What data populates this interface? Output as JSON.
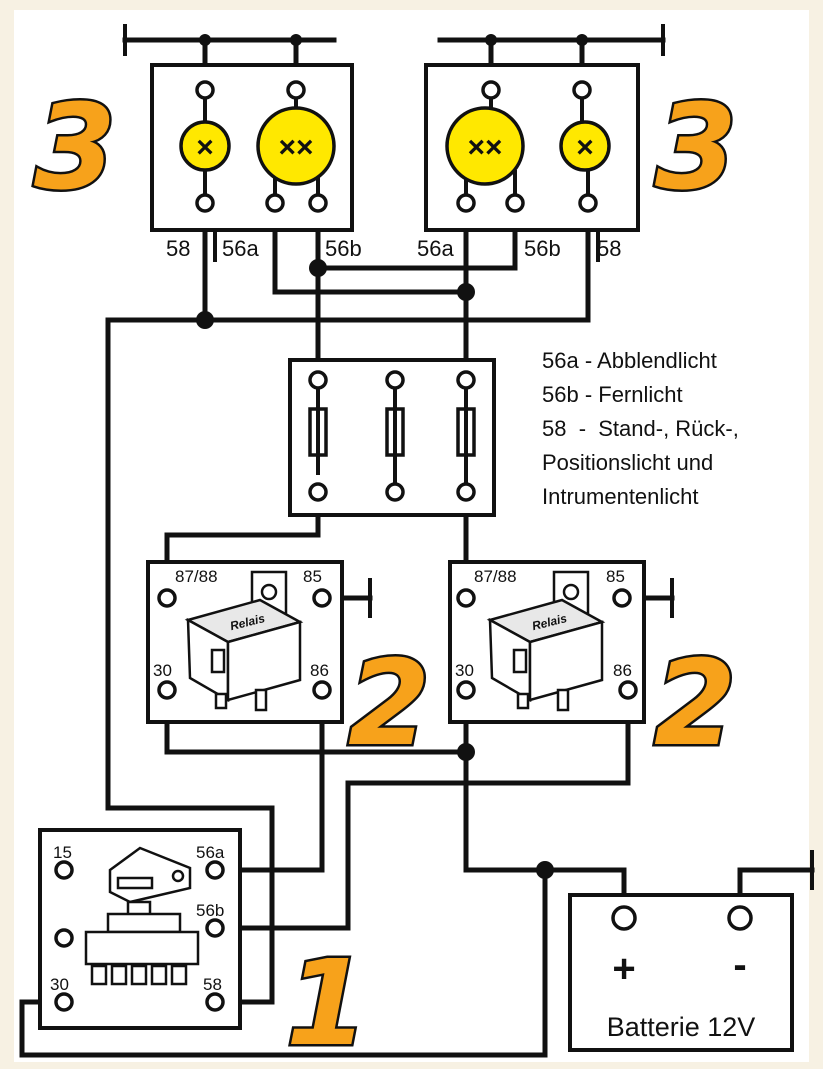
{
  "terminals": {
    "left_lamp": [
      "58",
      "56a",
      "56b"
    ],
    "right_lamp": [
      "56a",
      "56b",
      "58"
    ],
    "relay_top_left": "87/88",
    "relay_top_right": "85",
    "relay_bottom_left": "30",
    "relay_bottom_right": "86",
    "switch": {
      "t15": "15",
      "t56a": "56a",
      "t56b": "56b",
      "t30": "30",
      "t58": "58"
    }
  },
  "lamp_marks": {
    "single": "×",
    "double": "××"
  },
  "relay_brand": "Relais",
  "legend": [
    "56a - Abblendlicht",
    "56b - Fernlicht",
    "58  -  Stand-, Rück-,",
    "Positionslicht und",
    "Intrumentenlicht"
  ],
  "component_numbers": {
    "lamps": "3",
    "relays": "2",
    "switch": "1"
  },
  "battery": {
    "label": "Batterie 12V",
    "plus": "+",
    "minus": "-"
  },
  "colors": {
    "lamp_fill": "#ffe800",
    "number_fill": "#f7a21b",
    "background": "#f7f1e3"
  }
}
